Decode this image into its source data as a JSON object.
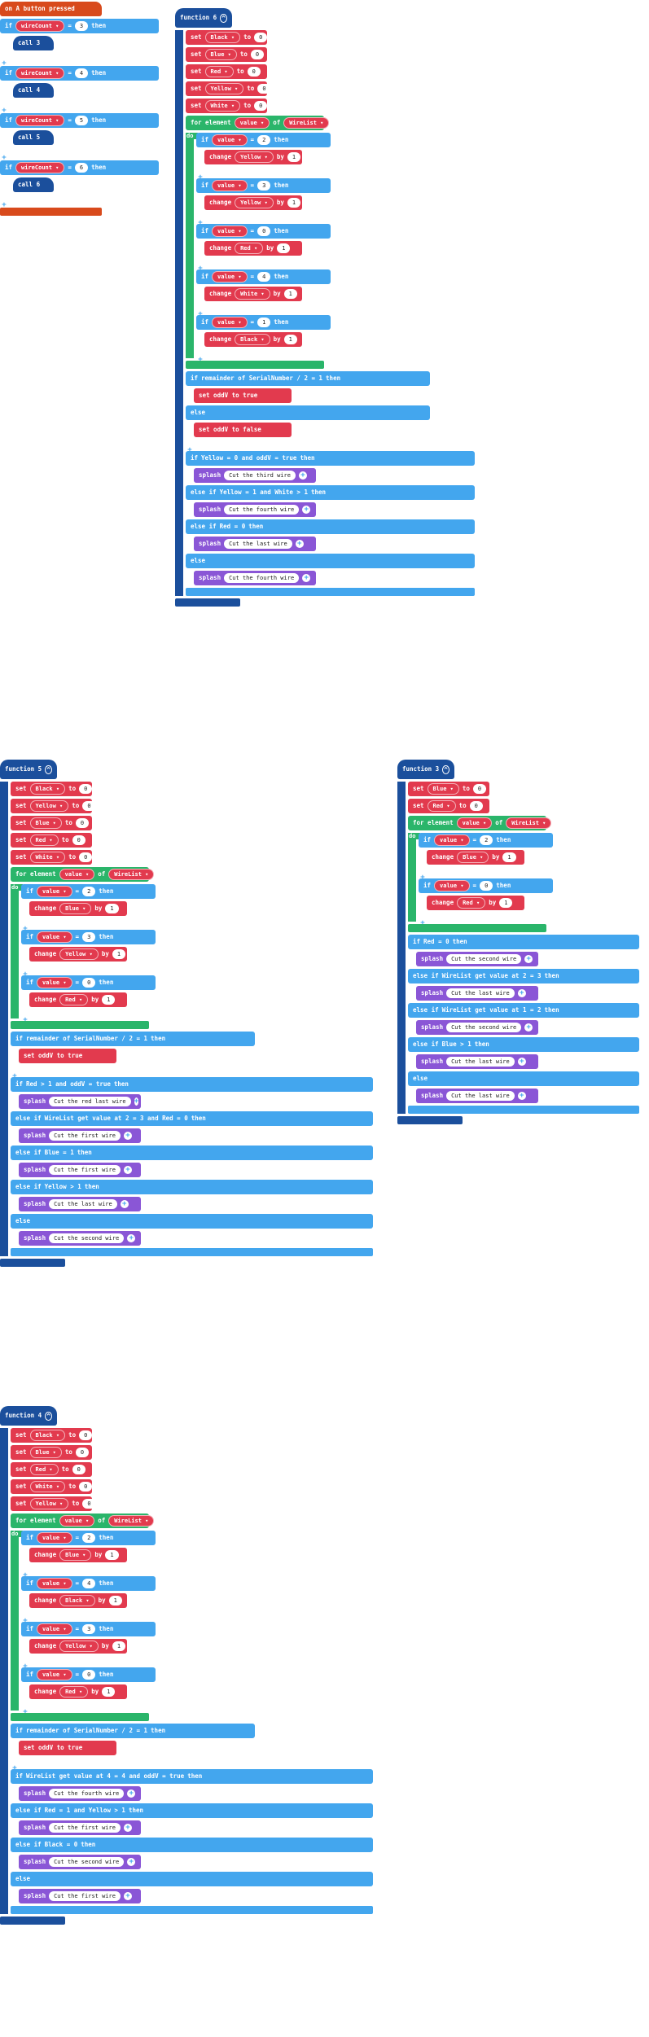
{
  "event_block": {
    "label": "on A button pressed",
    "button": "A",
    "items": [
      {
        "cond_var": "wireCount",
        "op": "=",
        "value": "3",
        "call": "call 3"
      },
      {
        "cond_var": "wireCount",
        "op": "=",
        "value": "4",
        "call": "call 4"
      },
      {
        "cond_var": "wireCount",
        "op": "=",
        "value": "5",
        "call": "call 5"
      },
      {
        "cond_var": "wireCount",
        "op": "=",
        "value": "6",
        "call": "call 6"
      }
    ]
  },
  "functions": [
    {
      "name": "function 6",
      "sets": [
        [
          "Black",
          "0"
        ],
        [
          "Blue",
          "0"
        ],
        [
          "Red",
          "0"
        ],
        [
          "Yellow",
          "0"
        ],
        [
          "White",
          "0"
        ]
      ],
      "loop_var": "value",
      "loop_list": "WireList",
      "loop_ifs": [
        [
          "2",
          "Yellow"
        ],
        [
          "3",
          "Yellow"
        ],
        [
          "0",
          "Red"
        ],
        [
          "4",
          "White"
        ],
        [
          "1",
          "Black"
        ]
      ],
      "odd": {
        "cond": "remainder of SerialNumber / 2 = 1",
        "then_set": "set oddV to true",
        "else_set": "set oddV to false"
      },
      "rules": [
        {
          "kw": "if",
          "cond": "Yellow = 0  and  oddV = true",
          "splash": "Cut the third wire"
        },
        {
          "kw": "else if",
          "cond": "Yellow = 1  and  White > 1",
          "splash": "Cut the fourth wire"
        },
        {
          "kw": "else if",
          "cond": "Red = 0",
          "splash": "Cut the last wire"
        },
        {
          "kw": "else",
          "cond": "",
          "splash": "Cut the fourth wire"
        }
      ]
    },
    {
      "name": "function 5",
      "sets": [
        [
          "Black",
          "0"
        ],
        [
          "Yellow",
          "0"
        ],
        [
          "Blue",
          "0"
        ],
        [
          "Red",
          "0"
        ],
        [
          "White",
          "0"
        ]
      ],
      "loop_var": "value",
      "loop_list": "WireList",
      "loop_ifs": [
        [
          "2",
          "Blue"
        ],
        [
          "3",
          "Yellow"
        ],
        [
          "0",
          "Red"
        ]
      ],
      "odd": {
        "cond": "remainder of SerialNumber / 2 = 1",
        "then_set": "set oddV to true",
        "else_set": ""
      },
      "rules": [
        {
          "kw": "if",
          "cond": "Red > 1  and  oddV = true",
          "splash": "Cut the red last wire"
        },
        {
          "kw": "else if",
          "cond": "WireList get value at 2 = 3  and  Red = 0",
          "splash": "Cut the first wire"
        },
        {
          "kw": "else if",
          "cond": "Blue = 1",
          "splash": "Cut the first wire"
        },
        {
          "kw": "else if",
          "cond": "Yellow > 1",
          "splash": "Cut the last wire"
        },
        {
          "kw": "else",
          "cond": "",
          "splash": "Cut the second wire"
        }
      ]
    },
    {
      "name": "function 3",
      "sets": [
        [
          "Blue",
          "0"
        ],
        [
          "Red",
          "0"
        ]
      ],
      "loop_var": "value",
      "loop_list": "WireList",
      "loop_ifs": [
        [
          "2",
          "Blue"
        ],
        [
          "0",
          "Red"
        ]
      ],
      "odd": null,
      "rules": [
        {
          "kw": "if",
          "cond": "Red = 0",
          "splash": "Cut the second wire"
        },
        {
          "kw": "else if",
          "cond": "WireList get value at 2 = 3",
          "splash": "Cut the last wire"
        },
        {
          "kw": "else if",
          "cond": "WireList get value at 1 = 2",
          "splash": "Cut the second wire"
        },
        {
          "kw": "else if",
          "cond": "Blue > 1",
          "splash": "Cut the last wire"
        },
        {
          "kw": "else",
          "cond": "",
          "splash": "Cut the last wire"
        }
      ]
    },
    {
      "name": "function 4",
      "sets": [
        [
          "Black",
          "0"
        ],
        [
          "Blue",
          "0"
        ],
        [
          "Red",
          "0"
        ],
        [
          "White",
          "0"
        ],
        [
          "Yellow",
          "0"
        ]
      ],
      "loop_var": "value",
      "loop_list": "WireList",
      "loop_ifs": [
        [
          "2",
          "Blue"
        ],
        [
          "4",
          "Black"
        ],
        [
          "3",
          "Yellow"
        ],
        [
          "0",
          "Red"
        ]
      ],
      "odd": {
        "cond": "remainder of SerialNumber / 2 = 1",
        "then_set": "set oddV to true",
        "else_set": ""
      },
      "rules": [
        {
          "kw": "if",
          "cond": "WireList get value at 4 = 4  and  oddV = true",
          "splash": "Cut the fourth wire"
        },
        {
          "kw": "else if",
          "cond": "Red = 1  and  Yellow > 1",
          "splash": "Cut the first wire"
        },
        {
          "kw": "else if",
          "cond": "Black = 0",
          "splash": "Cut the second wire"
        },
        {
          "kw": "else",
          "cond": "",
          "splash": "Cut the first wire"
        }
      ]
    }
  ],
  "labels": {
    "set": "set",
    "to": "to",
    "for_element": "for element",
    "of": "of",
    "do": "do",
    "change": "change",
    "by": "by",
    "then": "then",
    "splash": "splash",
    "eq": "=",
    "one": "1"
  },
  "colors": {
    "event": "#d84a1c",
    "function": "#1b4f9c",
    "variable": "#e23a4e",
    "logic": "#43a6ee",
    "loop": "#2ab56a",
    "text": "#8a56d6",
    "list": "#f28a18"
  }
}
